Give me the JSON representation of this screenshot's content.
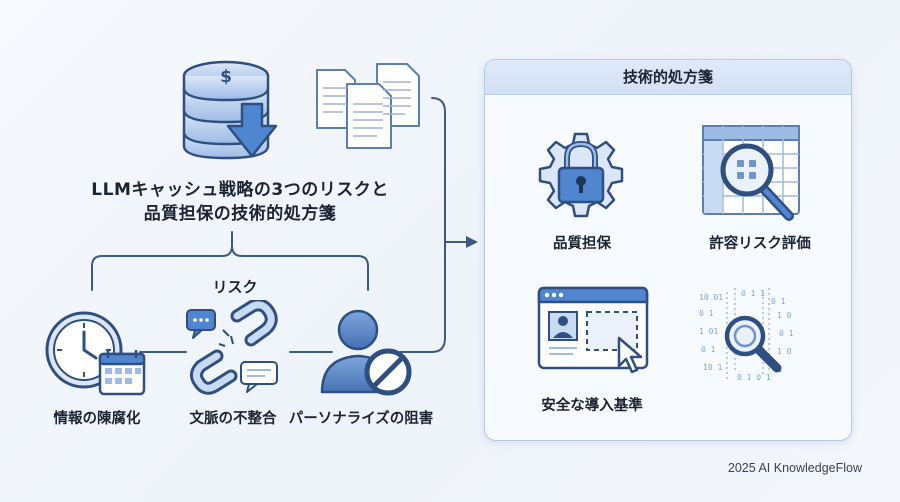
{
  "title_lines": [
    "LLMキャッシュ戦略の3つのリスクと",
    "品質担保の技術的処方箋"
  ],
  "risk_section": {
    "heading": "リスク",
    "items": [
      {
        "label": "情報の陳腐化",
        "icon": "clock-calendar-icon"
      },
      {
        "label": "文脈の不整合",
        "icon": "broken-chain-icon"
      },
      {
        "label": "パーソナライズの阻害",
        "icon": "user-blocked-icon"
      }
    ]
  },
  "solutions_panel": {
    "title": "技術的処方箋",
    "items": [
      {
        "label": "品質担保",
        "icon": "lock-gear-icon"
      },
      {
        "label": "許容リスク評価",
        "icon": "magnifier-table-icon"
      },
      {
        "label": "安全な導入基準",
        "icon": "browser-selection-icon"
      },
      {
        "label": "",
        "icon": "binary-search-icon"
      }
    ]
  },
  "header_icons": [
    "database-dollar-icon",
    "documents-icon"
  ],
  "footer": "2025 AI KnowledgeFlow",
  "colors": {
    "accent": "#3f6fb5",
    "light": "#c9daf3",
    "line": "#3d5a86"
  }
}
